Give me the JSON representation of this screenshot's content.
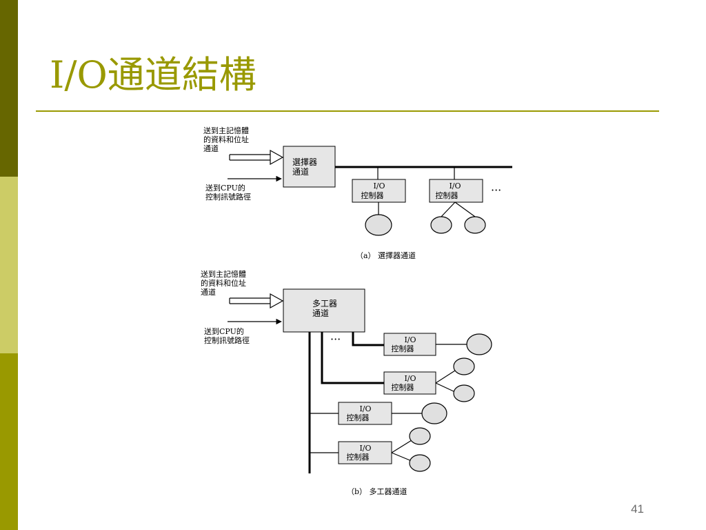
{
  "slide": {
    "title": "I/O通道結構",
    "page_number": "41"
  },
  "colors": {
    "olive_dark": "#666600",
    "olive_light": "#cccc66",
    "olive": "#999900",
    "box_fill": "#e6e6e6",
    "circle_fill": "#e0e0e0"
  },
  "diagram_a": {
    "input_label_lines": [
      "送到主記憶體",
      "的資料和位址",
      "通道"
    ],
    "control_label_lines": [
      "送到CPU的",
      "控制訊號路徑"
    ],
    "channel_lines": [
      "選擇器",
      "通道"
    ],
    "controller_title": "I/O",
    "controller_label": "控制器",
    "ellipsis": "···",
    "caption": "（a） 選擇器通道"
  },
  "diagram_b": {
    "input_label_lines": [
      "送到主記憶體",
      "的資料和位址",
      "通道"
    ],
    "control_label_lines": [
      "送到CPU的",
      "控制訊號路徑"
    ],
    "channel_lines": [
      "多工器",
      "通道"
    ],
    "controller_title": "I/O",
    "controller_label": "控制器",
    "ellipsis": "···",
    "caption": "（b） 多工器通道"
  }
}
